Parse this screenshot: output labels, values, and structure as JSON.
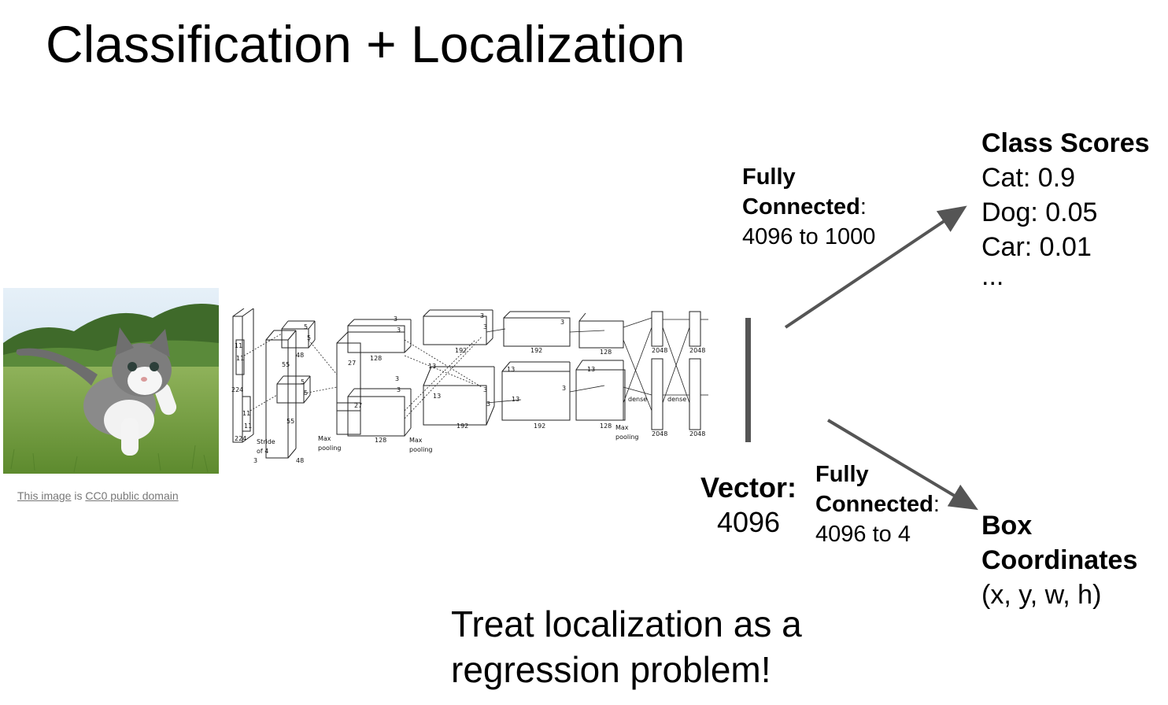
{
  "slide": {
    "title": "Classification + Localization",
    "image_credit": {
      "prefix": "This image",
      "middle": " is ",
      "license": "CC0 public domain"
    },
    "fc_top": {
      "bold": "Fully Connected",
      "suffix": ":",
      "detail": "4096 to 1000"
    },
    "fc_bottom": {
      "bold": "Fully Connected",
      "suffix": ":",
      "detail": "4096 to 4"
    },
    "vector": {
      "title": "Vector:",
      "value": "4096"
    },
    "class_scores": {
      "title": "Class Scores",
      "items": [
        "Cat: 0.9",
        "Dog: 0.05",
        "Car: 0.01",
        "..."
      ]
    },
    "box_coordinates": {
      "title_line1": "Box",
      "title_line2": "Coordinates",
      "detail": "(x, y, w, h)"
    },
    "bottom_text": {
      "line1": "Treat localization as a",
      "line2": "regression problem!"
    }
  },
  "network_labels": {
    "k11a": "11",
    "k11b": "11",
    "n224a": "224",
    "k11c": "11",
    "k11d": "11",
    "n224b": "224",
    "stride": "Stride",
    "of4": "of 4",
    "n3": "3",
    "n48a": "48",
    "n48b": "48",
    "n55a": "55",
    "n55b": "55",
    "n5a": "5",
    "n5b": "5",
    "n5c": "5",
    "n5d": "5",
    "mp1a": "Max",
    "mp1b": "pooling",
    "n27a": "27",
    "n27b": "27",
    "n128a": "128",
    "n128b": "128",
    "n3a": "3",
    "n3b": "3",
    "n3c": "3",
    "n3d": "3",
    "mp2a": "Max",
    "mp2b": "pooling",
    "n13a": "13",
    "n13b": "13",
    "n13c": "13",
    "n13d": "13",
    "n192a": "192",
    "n192b": "192",
    "n192c": "192",
    "n192d": "192",
    "n3e": "3",
    "n3f": "3",
    "n3g": "3",
    "n3h": "3",
    "n3i": "3",
    "n3j": "3",
    "n128c": "128",
    "n128d": "128",
    "n13e": "13",
    "mp3a": "Max",
    "mp3b": "pooling",
    "dense1": "dense",
    "dense2": "dense",
    "n2048a": "2048",
    "n2048b": "2048",
    "n2048c": "2048",
    "n2048d": "2048"
  },
  "colors": {
    "arrow": "#555555",
    "credit_text": "#777777",
    "sky": "#cfe3f2",
    "hills": "#4c7a35",
    "grass": "#6e9a3c"
  },
  "icons": {
    "photo": "kitten-in-grass-photo"
  }
}
